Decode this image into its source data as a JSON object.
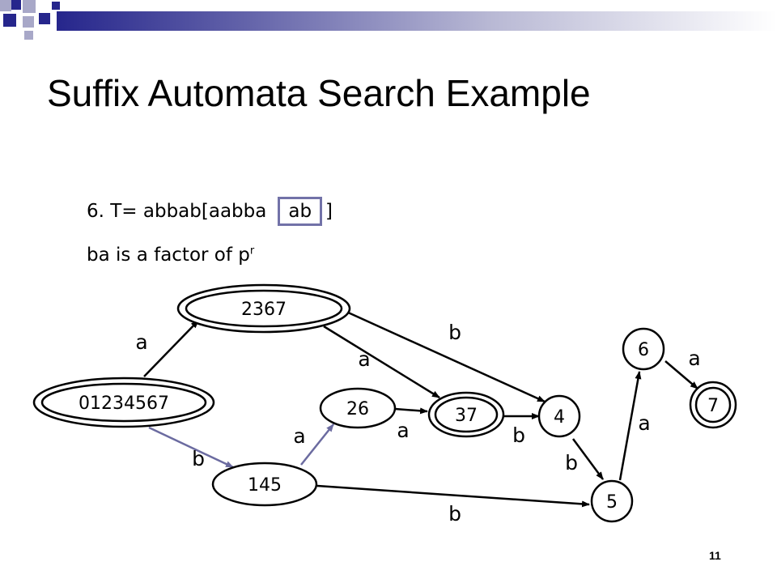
{
  "slide": {
    "title": "Suffix Automata Search Example",
    "line1_prefix": "6. T= abbab[aabba",
    "line1_boxed": "ab",
    "line1_suffix": "]",
    "line2_text": "ba is a factor of p",
    "line2_sup": "r",
    "page_number": "11"
  },
  "colors": {
    "deco_dark": "#26268c",
    "deco_light": "#a8a8c8",
    "highlight_box": "#7272a8",
    "edge_purple": "#6b6ba0"
  },
  "diagram": {
    "nodes": [
      {
        "id": "n2367",
        "label": "2367",
        "final": true
      },
      {
        "id": "n01234567",
        "label": "01234567",
        "final": true
      },
      {
        "id": "n26",
        "label": "26",
        "final": false
      },
      {
        "id": "n37",
        "label": "37",
        "final": true
      },
      {
        "id": "n4",
        "label": "4",
        "final": false
      },
      {
        "id": "n145",
        "label": "145",
        "final": false
      },
      {
        "id": "n5",
        "label": "5",
        "final": false
      },
      {
        "id": "n6",
        "label": "6",
        "final": false
      },
      {
        "id": "n7",
        "label": "7",
        "final": true
      }
    ],
    "edges": [
      {
        "from": "n01234567",
        "to": "n2367",
        "label": "a"
      },
      {
        "from": "n2367",
        "to": "n37",
        "label": "a"
      },
      {
        "from": "n2367",
        "to": "n4",
        "label": "b"
      },
      {
        "from": "n01234567",
        "to": "n145",
        "label": "b"
      },
      {
        "from": "n145",
        "to": "n26",
        "label": "a"
      },
      {
        "from": "n26",
        "to": "n37",
        "label": "a"
      },
      {
        "from": "n37",
        "to": "n4",
        "label": "b"
      },
      {
        "from": "n4",
        "to": "n5",
        "label": "b"
      },
      {
        "from": "n145",
        "to": "n5",
        "label": "b"
      },
      {
        "from": "n5",
        "to": "n6",
        "label": "a"
      },
      {
        "from": "n6",
        "to": "n7",
        "label": "a"
      }
    ]
  }
}
